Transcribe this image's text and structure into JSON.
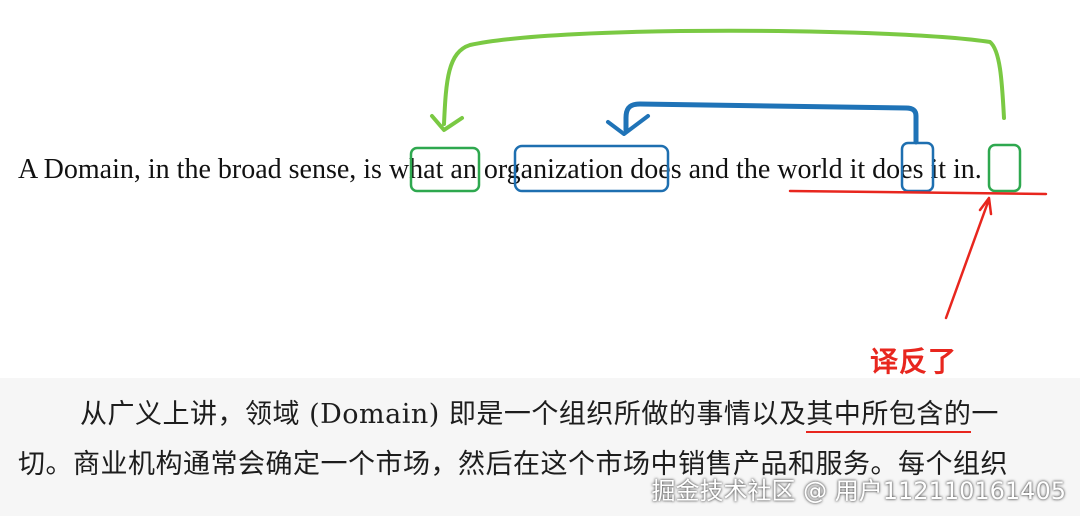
{
  "english": {
    "w1": "A Domain, in the broad sense, is",
    "w2": "what",
    "w3": "an",
    "w4": "organization",
    "w5": "does and the world",
    "w6": "it",
    "w7": "does",
    "w8": "it",
    "w9": "in."
  },
  "annotation": {
    "note": "译反了"
  },
  "chinese": {
    "line1_a": "从广义上讲，领域 (Domain) 即是一个组织所做的事情以及",
    "line1_b": "其中所包含的",
    "line1_c": "一",
    "line2": "切。商业机构通常会确定一个市场，然后在这个市场中销售产品和服务。每个组织"
  },
  "watermark": "掘金技术社区 @ 用户112110161405",
  "colors": {
    "green": "#7ac943",
    "green_box": "#2ea84f",
    "blue": "#1f73b7",
    "blue_box": "#1e6fb0",
    "red": "#e8261e"
  }
}
